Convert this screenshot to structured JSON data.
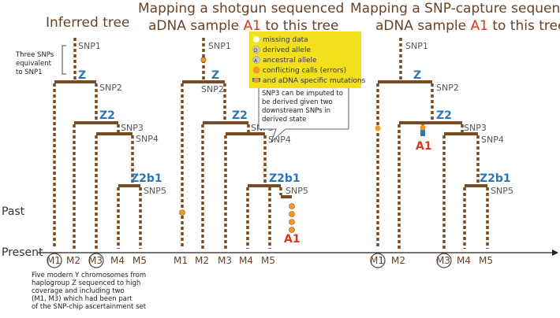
{
  "colors": {
    "brown": "#7a4a21",
    "title": "#6b4226",
    "clade": "#2e75b6",
    "highlight": "#d9381e",
    "legend_bg": "#f2e01e",
    "missing": "#ffffff",
    "derived": "#d8c8b0",
    "ancestral": "#c8c8c8",
    "conflict": "#f59a1c",
    "specific": "#2e75b6"
  },
  "panel1": {
    "title": "Inferred tree",
    "snps": [
      "SNP1",
      "SNP2",
      "SNP3",
      "SNP4",
      "SNP5"
    ],
    "clades": [
      "Z",
      "Z2",
      "Z2b1"
    ],
    "tips": [
      "M1",
      "M2",
      "M3",
      "M4",
      "M5"
    ],
    "note_three": [
      "Three SNPs",
      "equivalent",
      "to SNP1"
    ],
    "caption": [
      "Five modern Y chromosomes from",
      "haplogroup Z sequenced to high",
      "coverage and including two",
      "(M1, M3) which had been part",
      "of the SNP-chip ascertainment set"
    ]
  },
  "panel2": {
    "title_l1": "Mapping a shotgun sequenced",
    "title_l2_pre": "aDNA sample ",
    "title_l2_hl": "A1",
    "title_l2_post": " to this tree",
    "snps": [
      "SNP1",
      "SNP2",
      "SNP3",
      "SNP4",
      "SNP5"
    ],
    "clades": [
      "Z",
      "Z2",
      "Z2b1"
    ],
    "tips": [
      "M1",
      "M2",
      "M3",
      "M4",
      "M5"
    ],
    "sample": "A1",
    "impute_note": [
      "SNP3 can be imputed to",
      "be derived given two",
      "downstream SNPs in",
      "derived state"
    ]
  },
  "panel3": {
    "title_l1": "Mapping a SNP-capture sequenced",
    "title_l2_pre": "aDNA sample ",
    "title_l2_hl": "A1",
    "title_l2_post": " to this tree",
    "snps": [
      "SNP1",
      "SNP2",
      "SNP3",
      "SNP4",
      "SNP5"
    ],
    "clades": [
      "Z",
      "Z2",
      "Z2b1"
    ],
    "tips": [
      "M1",
      "M2",
      "M3",
      "M4",
      "M5"
    ],
    "sample": "A1"
  },
  "legend": {
    "items": [
      "missing data",
      "derived allele",
      "ancestral allele",
      "conflicting calls (errors)",
      "and aDNA specific mutations"
    ],
    "letters": {
      "derived": "D",
      "ancestral": "A"
    }
  },
  "time_axis": {
    "past": "Past",
    "present": "Present"
  }
}
